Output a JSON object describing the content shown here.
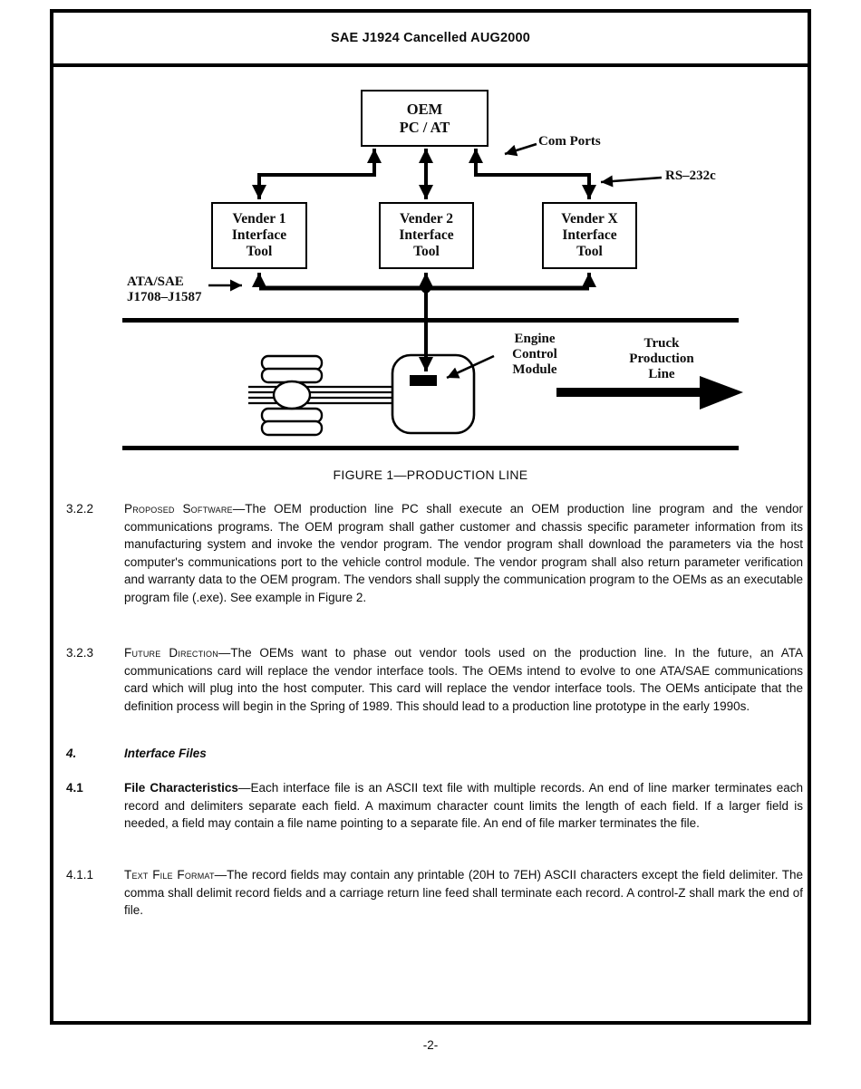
{
  "colors": {
    "ink": "#0d0d0d",
    "paper": "#ffffff"
  },
  "header": {
    "title": "SAE J1924 Cancelled AUG2000"
  },
  "figure": {
    "caption": "FIGURE 1—PRODUCTION LINE",
    "oem_box": {
      "line1": "OEM",
      "line2": "PC / AT"
    },
    "vendor_boxes": [
      {
        "line1": "Vender 1",
        "line2": "Interface",
        "line3": "Tool"
      },
      {
        "line1": "Vender 2",
        "line2": "Interface",
        "line3": "Tool"
      },
      {
        "line1": "Vender X",
        "line2": "Interface",
        "line3": "Tool"
      }
    ],
    "labels": {
      "com_ports": "Com Ports",
      "rs232": "RS–232c",
      "bus_line1": "ATA/SAE",
      "bus_line2": "J1708–J1587",
      "ecm_line1": "Engine",
      "ecm_line2": "Control",
      "ecm_line3": "Module",
      "truck_line1": "Truck",
      "truck_line2": "Production",
      "truck_line3": "Line"
    }
  },
  "sections": [
    {
      "number": "3.2.2",
      "lead": "Proposed Software",
      "body": "—The OEM production line PC shall execute an OEM production line program and the vendor communications programs.  The OEM program shall gather customer and chassis specific parameter information from its manufacturing system and invoke the vendor program.  The vendor program shall download the parameters via the host computer's communications port to the vehicle control module.  The vendor program shall also return parameter verification and warranty data to the OEM program.  The vendors shall supply the communication program to the OEMs as an executable program file (.exe).  See example in Figure 2."
    },
    {
      "number": "3.2.3",
      "lead": "Future Direction",
      "body": "—The OEMs want to phase out vendor tools used on the production line.  In the future, an ATA communications card will replace the vendor interface tools.  The OEMs intend to evolve to one ATA/SAE communications card which will plug into the host computer.  This card will replace the vendor interface tools.  The OEMs anticipate that the definition process will begin in the Spring of 1989.  This should lead to a production line prototype in the early 1990s."
    },
    {
      "number": "4.",
      "lead": "Interface Files",
      "body": ""
    },
    {
      "number": "4.1",
      "lead": "File Characteristics",
      "body": "—Each interface file is an ASCII text file with multiple records.  An end of line marker terminates each record and delimiters separate each field.  A maximum character count limits the length of each field.  If a larger field is needed, a field may contain a file name pointing to a separate file.  An end of file marker terminates the file."
    },
    {
      "number": "4.1.1",
      "lead": "Text File Format",
      "body": "—The record fields may contain any printable (20H to 7EH) ASCII characters except the field delimiter.  The comma shall delimit record fields and a carriage return line feed shall terminate each record.  A control-Z shall mark the end of file."
    }
  ],
  "footer": {
    "page_number": "-2-"
  }
}
